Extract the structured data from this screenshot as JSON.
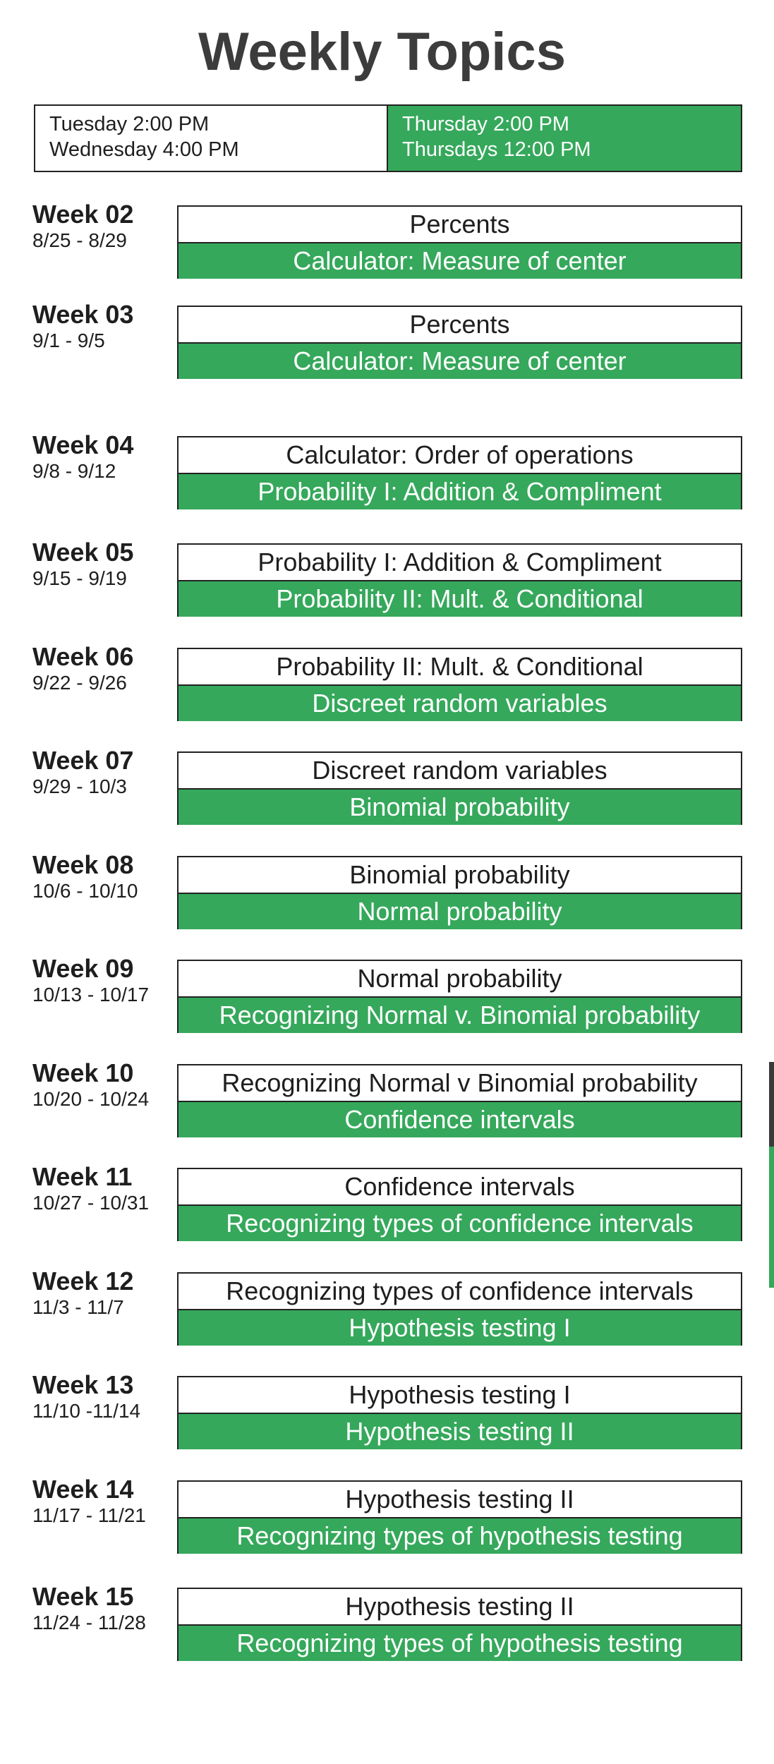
{
  "title": "Weekly Topics",
  "legend": {
    "white_lines": [
      "Tuesday 2:00 PM",
      "Wednesday 4:00 PM"
    ],
    "green_lines": [
      "Thursday 2:00 PM",
      "Thursdays 12:00 PM"
    ]
  },
  "colors": {
    "accent_green": "#35a85b",
    "border": "#222222",
    "text": "#1e1e1e"
  },
  "weeks": [
    {
      "label": "Week 02",
      "dates": "8/25 - 8/29",
      "topic_a": "Percents",
      "topic_b": "Calculator: Measure of center"
    },
    {
      "label": "Week 03",
      "dates": "9/1 - 9/5",
      "topic_a": "Percents",
      "topic_b": "Calculator: Measure of center"
    },
    {
      "label": "Week 04",
      "dates": "9/8 - 9/12",
      "topic_a": "Calculator: Order of operations",
      "topic_b": "Probability I: Addition & Compliment"
    },
    {
      "label": "Week 05",
      "dates": "9/15 - 9/19",
      "topic_a": "Probability I: Addition & Compliment",
      "topic_b": "Probability II: Mult. & Conditional"
    },
    {
      "label": "Week 06",
      "dates": "9/22 - 9/26",
      "topic_a": "Probability II: Mult. & Conditional",
      "topic_b": "Discreet random  variables"
    },
    {
      "label": "Week 07",
      "dates": "9/29 - 10/3",
      "topic_a": "Discreet random variables",
      "topic_b": "Binomial probability"
    },
    {
      "label": "Week 08",
      "dates": "10/6 - 10/10",
      "topic_a": "Binomial probability",
      "topic_b": "Normal probability"
    },
    {
      "label": "Week 09",
      "dates": "10/13 - 10/17",
      "topic_a": "Normal probability",
      "topic_b": "Recognizing Normal v. Binomial probability"
    },
    {
      "label": "Week 10",
      "dates": "10/20 - 10/24",
      "topic_a": "Recognizing Normal v Binomial probability",
      "topic_b": "Confidence intervals"
    },
    {
      "label": "Week 11",
      "dates": "10/27 - 10/31",
      "topic_a": "Confidence intervals",
      "topic_b": "Recognizing types of confidence intervals"
    },
    {
      "label": "Week 12",
      "dates": "11/3 - 11/7",
      "topic_a": "Recognizing types of confidence intervals",
      "topic_b": "Hypothesis testing I"
    },
    {
      "label": "Week 13",
      "dates": "11/10  -11/14",
      "topic_a": "Hypothesis testing I",
      "topic_b": "Hypothesis testing II"
    },
    {
      "label": "Week 14",
      "dates": "11/17 - 11/21",
      "topic_a": "Hypothesis testing II",
      "topic_b": "Recognizing types of hypothesis testing"
    },
    {
      "label": "Week 15",
      "dates": "11/24 - 11/28",
      "topic_a": "Hypothesis testing II",
      "topic_b": "Recognizing types of hypothesis testing"
    }
  ]
}
